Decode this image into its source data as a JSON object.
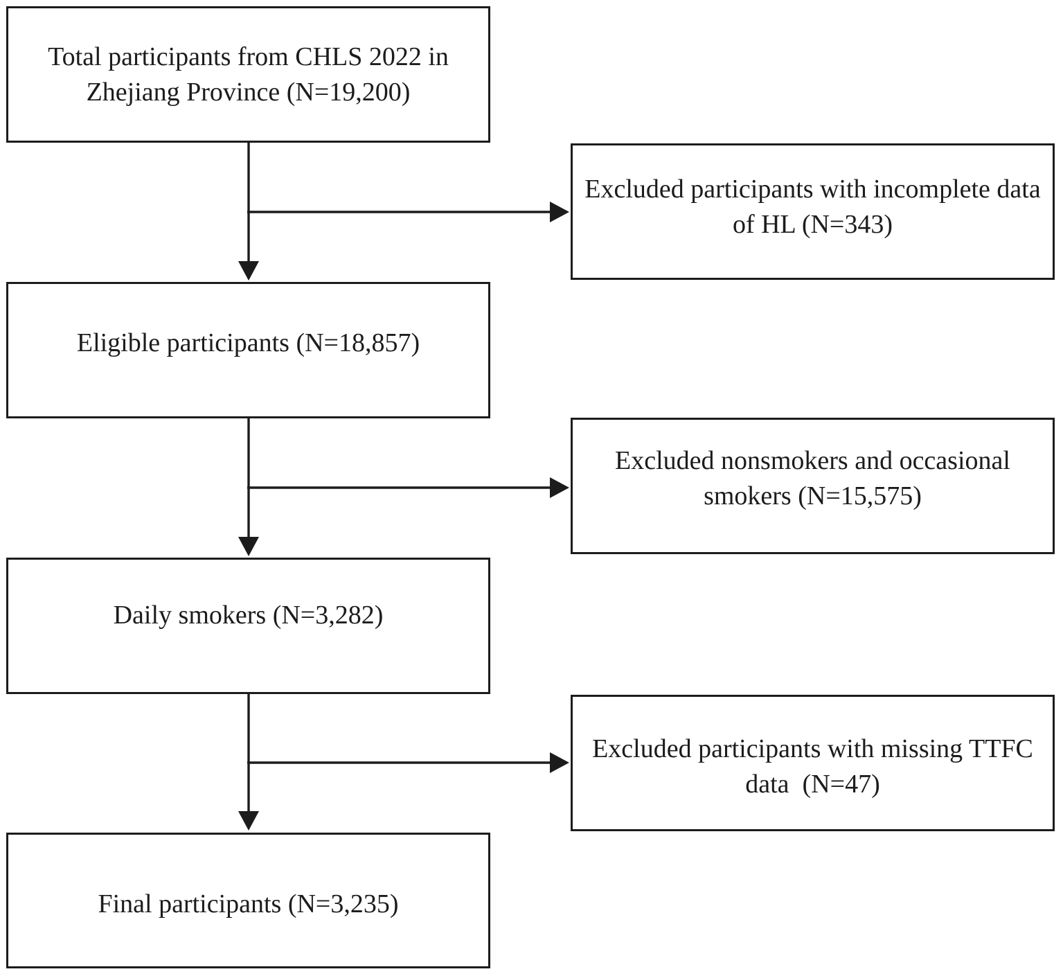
{
  "figure": {
    "type": "participant-flow-diagram",
    "colors": {
      "line": "#1c1c1c",
      "background": "#ffffff",
      "box_fill": "#ffffff"
    },
    "main_boxes": [
      {
        "id": "total-participants",
        "label": "Total participants from CHLS 2022 in\nZhejiang Province (N=19,200)",
        "n": 19200
      },
      {
        "id": "eligible-participants",
        "label": "Eligible participants (N=18,857)",
        "n": 18857
      },
      {
        "id": "daily-smokers",
        "label": "Daily smokers (N=3,282)",
        "n": 3282
      },
      {
        "id": "final-participants",
        "label": "Final participants (N=3,235)",
        "n": 3235
      }
    ],
    "exclusion_boxes": [
      {
        "id": "excluded-incomplete-hl",
        "label": "Excluded participants with incomplete data\nof HL (N=343)",
        "n": 343
      },
      {
        "id": "excluded-nonsmokers",
        "label": "Excluded nonsmokers and occasional\nsmokers (N=15,575)",
        "n": 15575
      },
      {
        "id": "excluded-missing-ttfc",
        "label": "Excluded participants with missing TTFC\ndata  (N=47)",
        "n": 47
      }
    ],
    "arrows": [
      {
        "from": "total-participants",
        "to": "eligible-participants",
        "direction": "down"
      },
      {
        "from": "total-participants",
        "to": "excluded-incomplete-hl",
        "direction": "right"
      },
      {
        "from": "eligible-participants",
        "to": "daily-smokers",
        "direction": "down"
      },
      {
        "from": "eligible-participants",
        "to": "excluded-nonsmokers",
        "direction": "right"
      },
      {
        "from": "daily-smokers",
        "to": "final-participants",
        "direction": "down"
      },
      {
        "from": "daily-smokers",
        "to": "excluded-missing-ttfc",
        "direction": "right"
      }
    ]
  }
}
